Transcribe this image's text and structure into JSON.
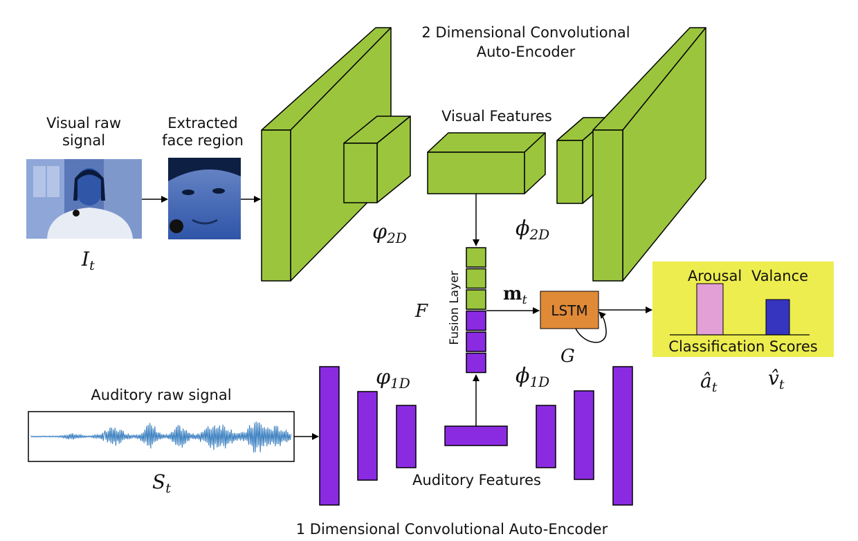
{
  "colors": {
    "visual_block": "#9bc53d",
    "audio_block": "#8a2be2",
    "lstm_box": "#e08a38",
    "score_panel": "#eded4f",
    "arousal_bar": "#e2a0d6",
    "valance_bar": "#3535c0",
    "waveform": "#3a7fc0",
    "face_tint": "#3d6fc0"
  },
  "labels": {
    "visual_raw_line1": "Visual raw",
    "visual_raw_line2": "signal",
    "face_region_line1": "Extracted",
    "face_region_line2": "face region",
    "ae2d_line1": "2 Dimensional Convolutional",
    "ae2d_line2": "Auto-Encoder",
    "visual_features": "Visual Features",
    "fusion_layer": "Fusion Layer",
    "lstm": "LSTM",
    "arousal": "Arousal",
    "valance": "Valance",
    "classification_scores": "Classification Scores",
    "auditory_raw": "Auditory raw signal",
    "auditory_features": "Auditory Features",
    "ae1d": "1 Dimensional Convolutional Auto-Encoder"
  },
  "symbols": {
    "i_base": "I",
    "i_sub": "t",
    "s_base": "S",
    "s_sub": "t",
    "phi2d_base": "φ",
    "phi2d_sub": "2D",
    "varphi2d_base": "ϕ",
    "varphi2d_sub": "2D",
    "phi1d_base": "φ",
    "phi1d_sub": "1D",
    "varphi1d_base": "ϕ",
    "varphi1d_sub": "1D",
    "f": "F",
    "g": "G",
    "m_base": "m",
    "m_sub": "t",
    "a_hat_base": "â",
    "a_hat_sub": "t",
    "v_hat_base": "v̂",
    "v_hat_sub": "t"
  },
  "scores": {
    "arousal": 0.82,
    "valance": 0.62
  }
}
